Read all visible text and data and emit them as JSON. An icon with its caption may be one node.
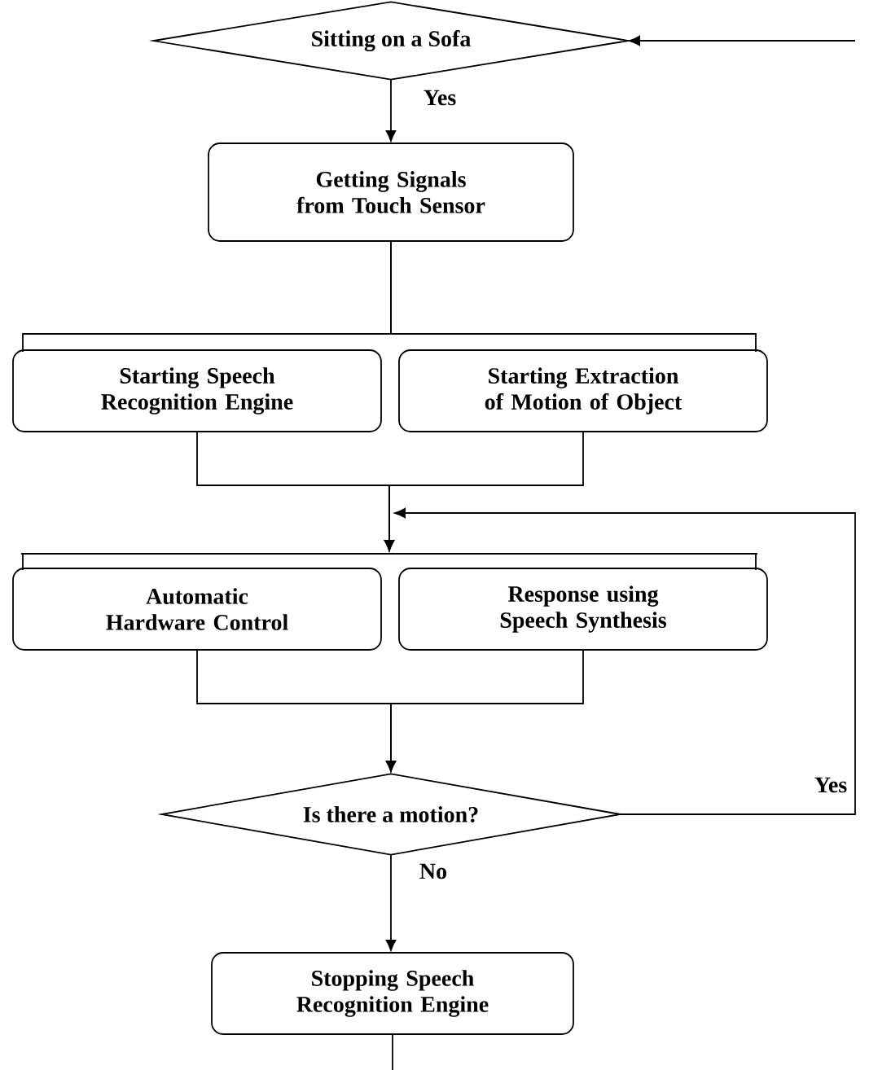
{
  "diagram": {
    "nodes": [
      {
        "text": [
          "Sitting on a Sofa"
        ]
      },
      {
        "text": [
          "Getting Signals from Touch Sensor"
        ]
      },
      {
        "text": [
          "Starting Speech Recognition Engine"
        ]
      },
      {
        "text": [
          "Starting Extraction of Motion of Object"
        ]
      },
      {
        "text": [],
        "shape": "bar"
      },
      {
        "text": [
          "Automatic Hardware Control"
        ]
      },
      {
        "text": [
          "Response using Speech Synthesis"
        ]
      },
      {
        "text": [
          "Is there a motion?"
        ]
      },
      {
        "text": [
          "Stopping Speech Recognition Engine"
        ]
      }
    ],
    "edges": [
      {
        "from": 0,
        "to": 1,
        "arrow": "to",
        "label": "Yes"
      },
      {
        "from": 1,
        "to": 2,
        "arrow": "none"
      },
      {
        "from": 1,
        "to": 3,
        "arrow": "none"
      },
      {
        "from": 2,
        "to": 4,
        "arrow": "to"
      },
      {
        "from": 3,
        "to": 4,
        "arrow": "to"
      },
      {
        "from": 4,
        "to": 5,
        "arrow": "none"
      },
      {
        "from": 4,
        "to": 6,
        "arrow": "none"
      },
      {
        "from": 5,
        "to": 7,
        "arrow": "to"
      },
      {
        "from": 6,
        "to": 7,
        "arrow": "to"
      },
      {
        "from": 7,
        "to": 4,
        "arrow": "to",
        "label": "Yes"
      },
      {
        "from": 7,
        "to": 8,
        "arrow": "to",
        "label": "No"
      },
      {
        "from": 8,
        "to": null,
        "arrow": "none"
      },
      {
        "from": null,
        "to": 0,
        "arrow": "to"
      }
    ]
  }
}
